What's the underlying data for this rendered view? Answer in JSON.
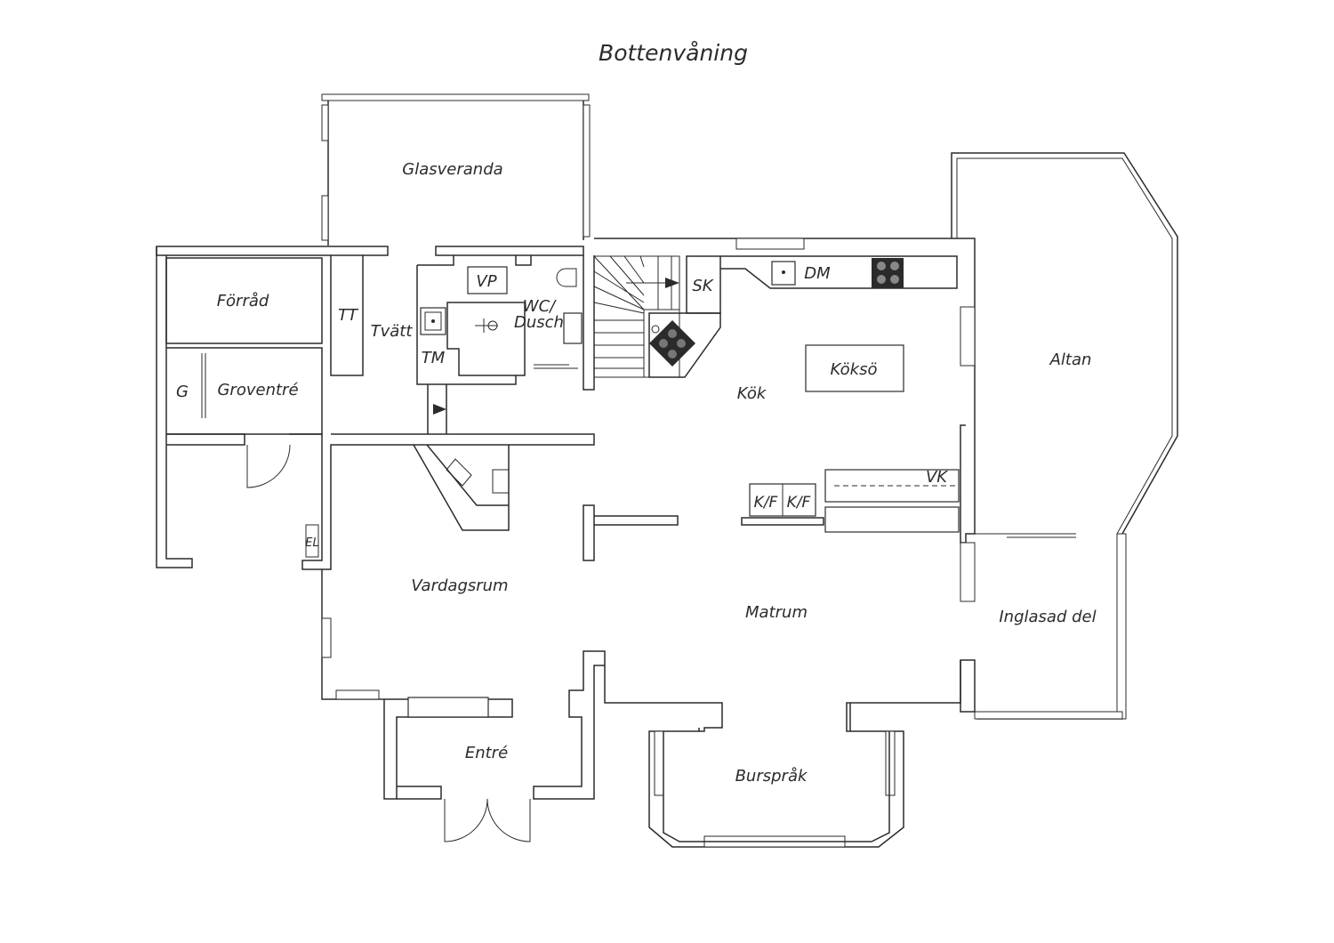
{
  "title": "Bottenvåning",
  "rooms": {
    "glasveranda": "Glasveranda",
    "forrad": "Förråd",
    "tt": "TT",
    "tvatt": "Tvätt",
    "tm": "TM",
    "vp": "VP",
    "wc_line1": "WC/",
    "wc_line2": "Dusch",
    "g": "G",
    "groventre": "Groventré",
    "sk": "SK",
    "dm": "DM",
    "koksö": "Köksö",
    "kok": "Kök",
    "altan": "Altan",
    "vk": "VK",
    "kf1": "K/F",
    "kf2": "K/F",
    "el": "EL",
    "vardagsrum": "Vardagsrum",
    "matrum": "Matrum",
    "inglasad": "Inglasad del",
    "entre": "Entré",
    "burssprak": "Burspråk"
  },
  "colors": {
    "line": "#2b2b2b",
    "background": "#ffffff"
  }
}
